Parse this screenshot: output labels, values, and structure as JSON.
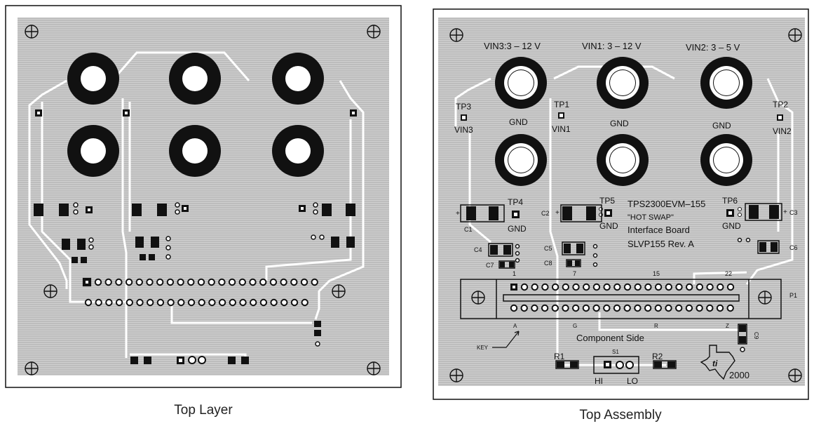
{
  "figure": {
    "captions": {
      "left": "Top Layer",
      "right": "Top Assembly"
    }
  },
  "assembly": {
    "inputs": [
      {
        "label": "VIN3:3 – 12 V"
      },
      {
        "label": "VIN1: 3 – 12 V"
      },
      {
        "label": "VIN2: 3 – 5 V"
      }
    ],
    "gnd_label": "GND",
    "testpoints": [
      {
        "ref": "TP3",
        "net": "VIN3"
      },
      {
        "ref": "TP1",
        "net": "VIN1"
      },
      {
        "ref": "TP2",
        "net": "VIN2"
      },
      {
        "ref": "TP4",
        "net": "GND"
      },
      {
        "ref": "TP5",
        "net": "GND"
      },
      {
        "ref": "TP6",
        "net": "GND"
      }
    ],
    "board_title": [
      "TPS2300EVM–155",
      "\"HOT SWAP\"",
      "Interface Board",
      "SLVP155  Rev. A"
    ],
    "components": {
      "c1": "C1",
      "c2": "C2",
      "c3": "C3",
      "c4": "C4",
      "c5": "C5",
      "c6": "C6",
      "c7": "C7",
      "c8": "C8",
      "c9": "C9",
      "r1": "R1",
      "r2": "R2",
      "s1": "S1",
      "p1": "P1"
    },
    "pin_numbers": [
      "1",
      "7",
      "15",
      "22"
    ],
    "row_letters": [
      "A",
      "G",
      "R",
      "Z"
    ],
    "key_label": "KEY",
    "side_label": "Component Side",
    "switch_positions": {
      "hi": "HI",
      "lo": "LO"
    },
    "year": "2000"
  }
}
